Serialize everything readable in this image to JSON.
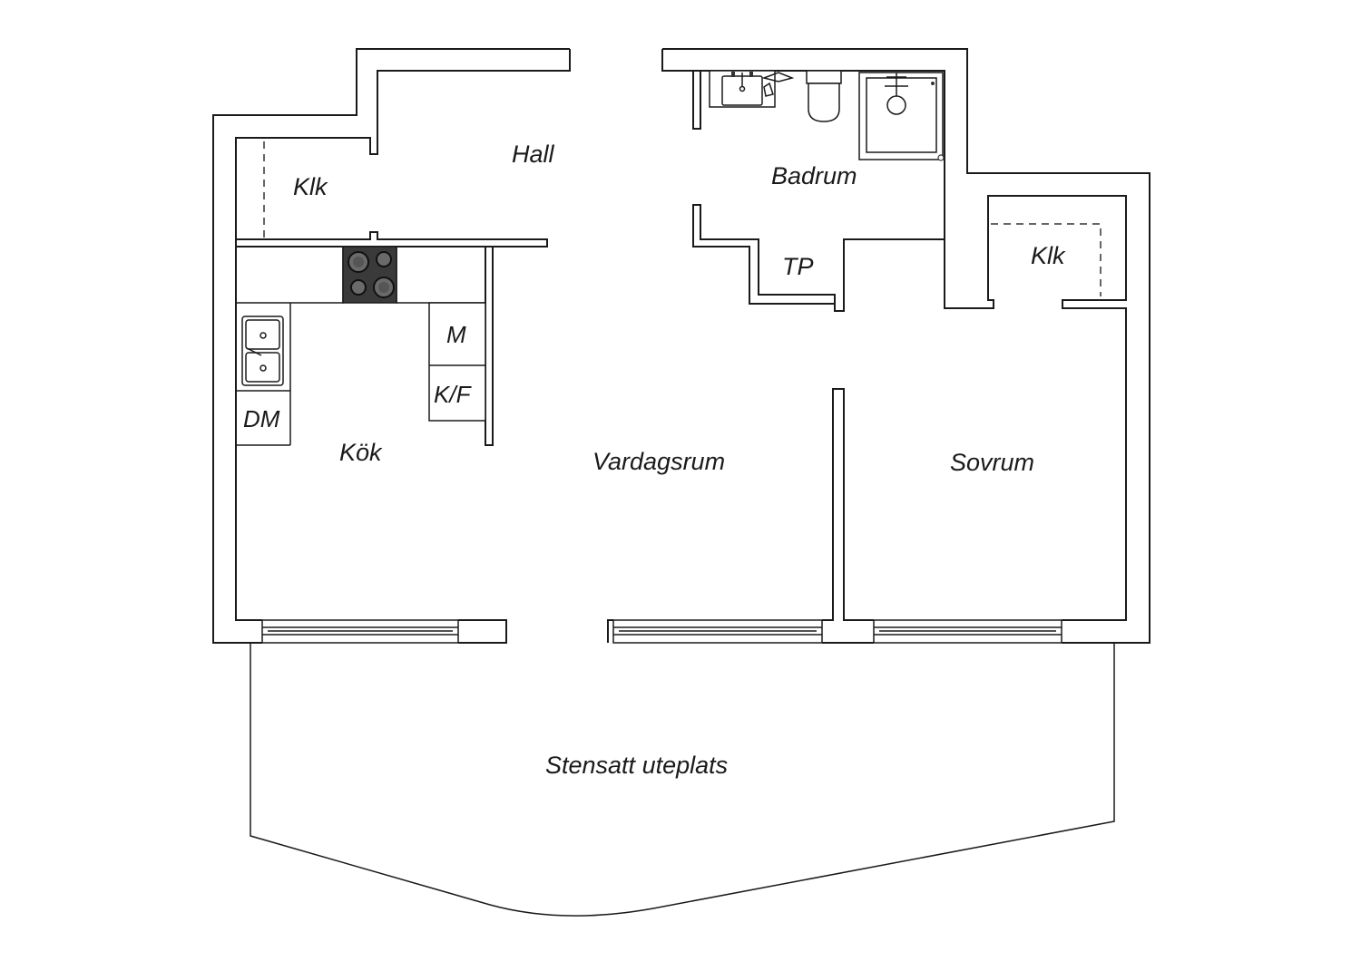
{
  "rooms": {
    "hall": "Hall",
    "closet_left": "Klk",
    "bathroom": "Badrum",
    "wardrobe_tp": "TP",
    "closet_right": "Klk",
    "microwave": "M",
    "fridge_freezer": "K/F",
    "dishwasher": "DM",
    "kitchen": "Kök",
    "living_room": "Vardagsrum",
    "bedroom": "Sovrum",
    "patio": "Stensatt uteplats"
  }
}
